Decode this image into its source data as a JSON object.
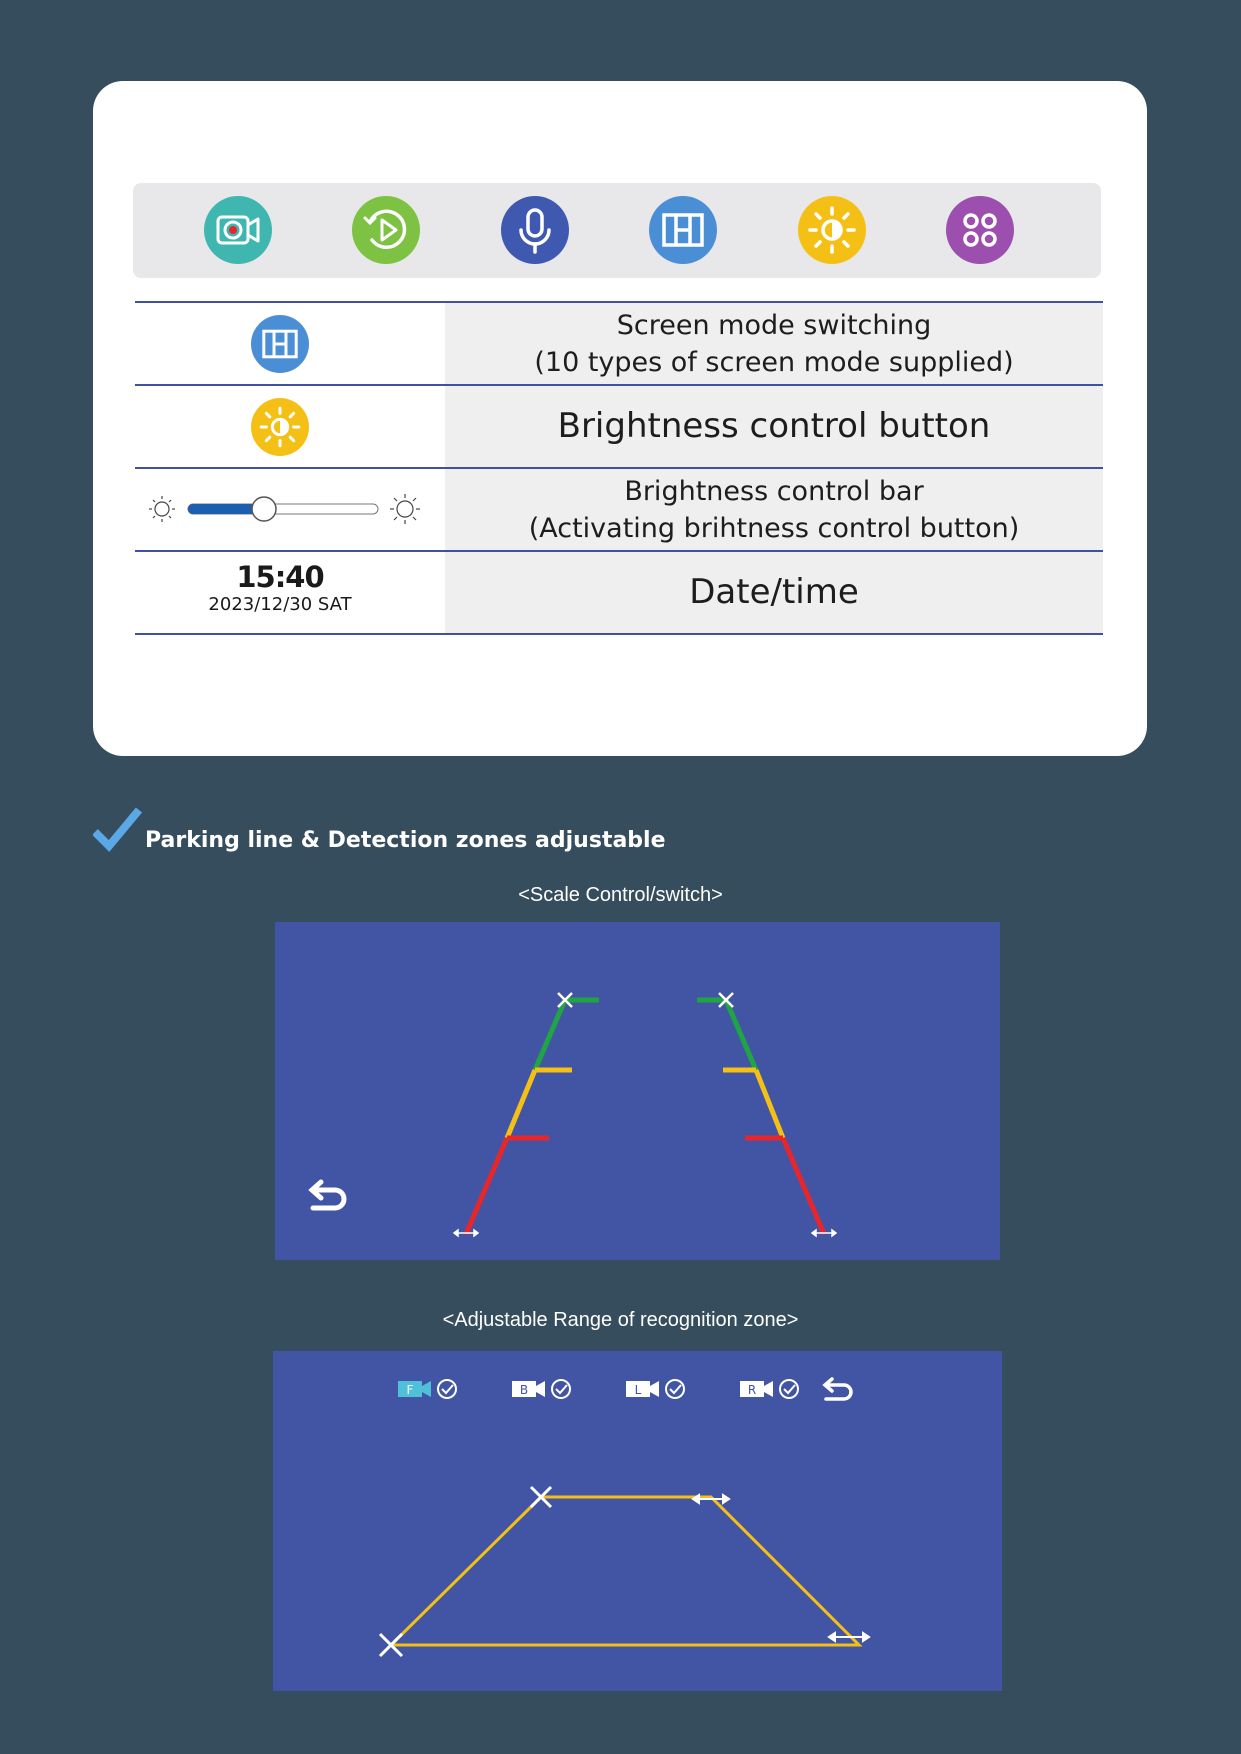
{
  "toolbar": {
    "buttons": [
      {
        "name": "record-camera-icon",
        "color": "#3fb7b0"
      },
      {
        "name": "playback-icon",
        "color": "#7dc242"
      },
      {
        "name": "microphone-icon",
        "color": "#3f59b0"
      },
      {
        "name": "screen-mode-icon",
        "color": "#4a8fd6"
      },
      {
        "name": "brightness-icon",
        "color": "#f5c016"
      },
      {
        "name": "apps-grid-icon",
        "color": "#9c4fae"
      }
    ]
  },
  "table": {
    "rows": [
      {
        "line1": "Screen mode switching",
        "line2": "(10 types of screen mode supplied)"
      },
      {
        "line1": "Brightness control button"
      },
      {
        "line1": "Brightness control bar",
        "line2": "(Activating brihtness control button)",
        "slider_level": 0.4
      },
      {
        "line1": "Date/time",
        "time": "15:40",
        "date": "2023/12/30  SAT"
      }
    ]
  },
  "section": {
    "title": "Parking line & Detection zones adjustable",
    "caption1": "<Scale Control/switch>",
    "caption2": "<Adjustable Range of recognition zone>"
  },
  "zone_tabs": [
    {
      "label": "F",
      "active": true
    },
    {
      "label": "B",
      "active": false
    },
    {
      "label": "L",
      "active": false
    },
    {
      "label": "R",
      "active": false
    }
  ],
  "colors": {
    "background": "#354d5c",
    "panel": "#4255a4",
    "line_green": "#1fa544",
    "line_yellow": "#f5c016",
    "line_red": "#e8262a",
    "accent_blue": "#1c5eb0",
    "check_blue": "#5aa9e6"
  }
}
